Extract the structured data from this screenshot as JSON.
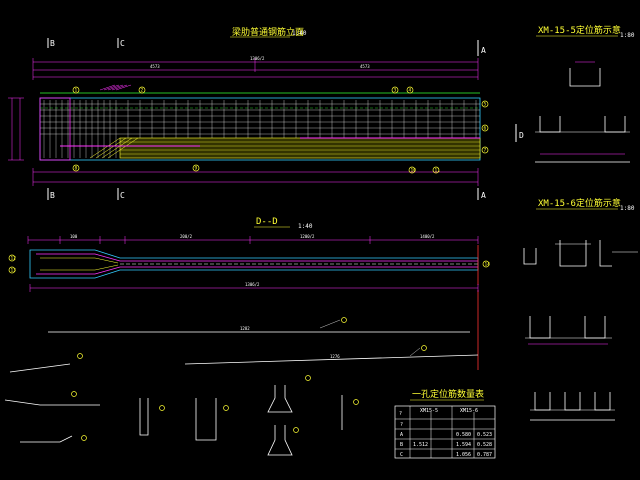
{
  "drawing": {
    "main_elevation": {
      "title": "梁肋普通钢筋立面",
      "scale": "1:40",
      "section_markers": [
        "B",
        "C",
        "A"
      ]
    },
    "section_dd": {
      "title": "D--D",
      "scale": "1:40",
      "marker": "D"
    },
    "detail_15_5": {
      "title": "XM-15-5定位筋示意",
      "scale": "1:80"
    },
    "detail_15_6": {
      "title": "XM-15-6定位筋示意",
      "scale": "1:80"
    },
    "table": {
      "title": "一孔定位筋数量表",
      "headers": [
        "?",
        "XM15-5",
        "XM15-6"
      ],
      "rows": [
        {
          "c0": "?",
          "c1": "",
          "c2": ""
        },
        {
          "c0": "A",
          "c1": "",
          "c2": "0.580"
        },
        {
          "c0": "B",
          "c1": "1.512",
          "c2": "1.594"
        },
        {
          "c0": "C",
          "c1": "",
          "c2": "1.056"
        }
      ],
      "sub_values": [
        "0.523",
        "0.528",
        "0.787"
      ]
    },
    "dimension_labels": {
      "total_length_top": "1306/2",
      "segment_a": "4573",
      "segment_b": "4573",
      "total_dd": "1306/2",
      "bar_length_1": "1282",
      "bar_length_2": "1276",
      "seg_dd_1": "100",
      "seg_dd_2": "200/2",
      "seg_dd_3": "1200/2",
      "seg_dd_4": "1400/2"
    },
    "bar_numbers": [
      "1",
      "2",
      "3",
      "4",
      "5",
      "6",
      "7",
      "8",
      "9",
      "10",
      "11",
      "12",
      "13",
      "14"
    ]
  }
}
